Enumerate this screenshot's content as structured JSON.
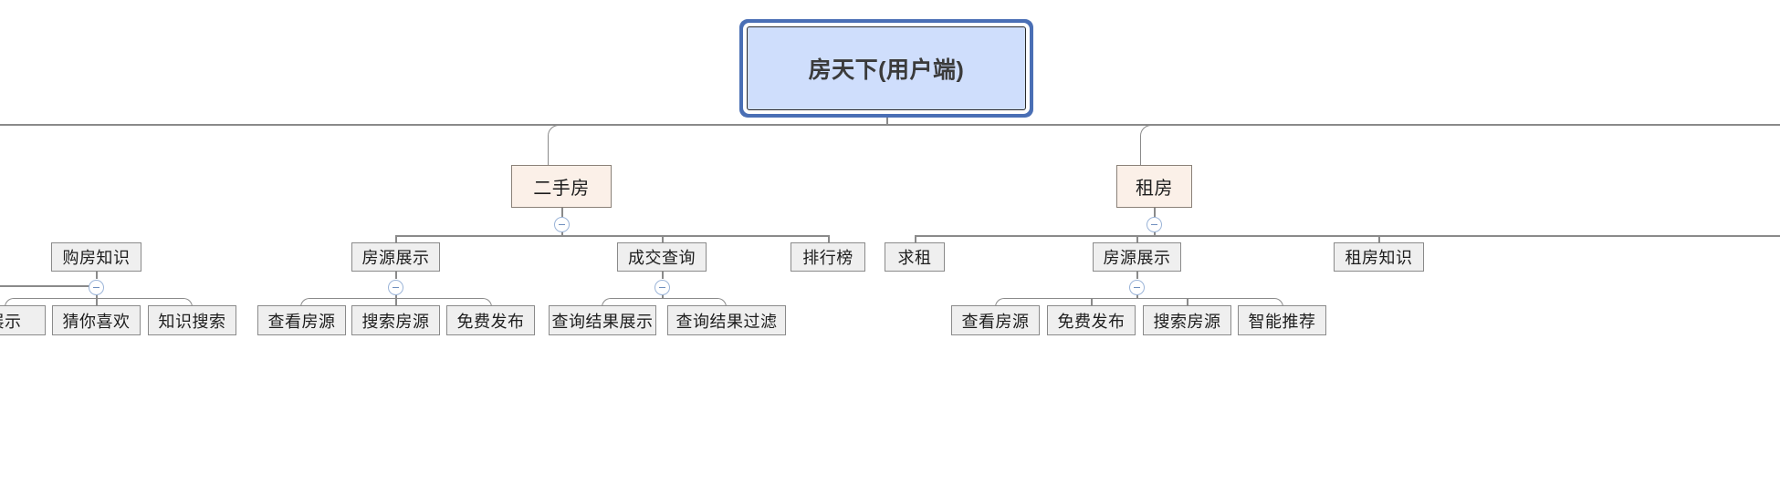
{
  "diagram": {
    "type": "mind-map-tree",
    "title": "房天下(用户端)",
    "colors": {
      "root_fill": "#cfdefc",
      "root_outer_border": "#4a6fb5",
      "level2_fill": "#fbf0e8",
      "level2_border": "#8a8178",
      "node_fill": "#efefef",
      "node_border": "#8a8a8a",
      "connector": "#8a8a8a",
      "toggle": "#9bb4d8"
    },
    "toggle_glyph": "minus-in-circle"
  },
  "root": {
    "label": "房天下(用户端)"
  },
  "level2": [
    {
      "label": "二手房"
    },
    {
      "label": "租房"
    }
  ],
  "level3": [
    {
      "label": "购房知识"
    },
    {
      "label": "房源展示"
    },
    {
      "label": "成交查询"
    },
    {
      "label": "排行榜"
    },
    {
      "label": "求租"
    },
    {
      "label": "房源展示"
    },
    {
      "label": "租房知识"
    }
  ],
  "leaves": [
    {
      "label": "展示"
    },
    {
      "label": "猜你喜欢"
    },
    {
      "label": "知识搜索"
    },
    {
      "label": "查看房源"
    },
    {
      "label": "搜索房源"
    },
    {
      "label": "免费发布"
    },
    {
      "label": "查询结果展示"
    },
    {
      "label": "查询结果过滤"
    },
    {
      "label": "查看房源"
    },
    {
      "label": "免费发布"
    },
    {
      "label": "搜索房源"
    },
    {
      "label": "智能推荐"
    }
  ]
}
